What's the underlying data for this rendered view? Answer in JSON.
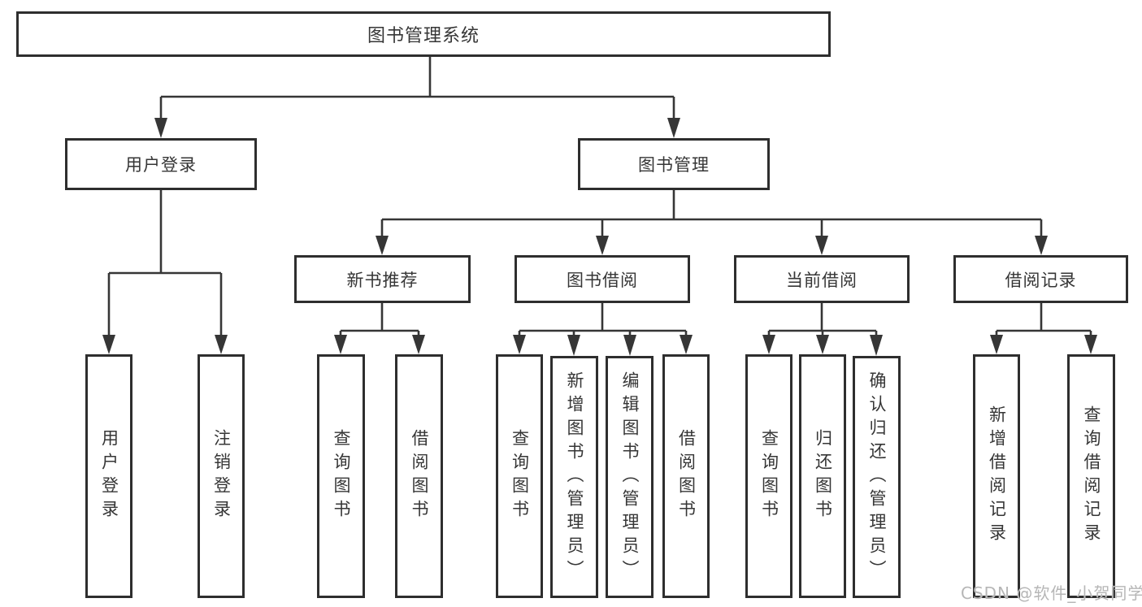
{
  "diagram": {
    "type": "hierarchy-tree",
    "root": {
      "label": "图书管理系统"
    },
    "branches": [
      {
        "label": "用户登录",
        "children": [
          {
            "label": "用户登录"
          },
          {
            "label": "注销登录"
          }
        ]
      },
      {
        "label": "图书管理",
        "children": [
          {
            "label": "新书推荐",
            "children": [
              {
                "label": "查询图书"
              },
              {
                "label": "借阅图书"
              }
            ]
          },
          {
            "label": "图书借阅",
            "children": [
              {
                "label": "查询图书"
              },
              {
                "label": "新增图书（管理员）"
              },
              {
                "label": "编辑图书（管理员）"
              },
              {
                "label": "借阅图书"
              }
            ]
          },
          {
            "label": "当前借阅",
            "children": [
              {
                "label": "查询图书"
              },
              {
                "label": "归还图书"
              },
              {
                "label": "确认归还（管理员）"
              }
            ]
          },
          {
            "label": "借阅记录",
            "children": [
              {
                "label": "新增借阅记录"
              },
              {
                "label": "查询借阅记录"
              }
            ]
          }
        ]
      }
    ],
    "colors": {
      "line": "#363636",
      "box_border": "#2e2e2e",
      "text": "#363636",
      "background": "#ffffff",
      "watermark": "#b6b6b6"
    }
  },
  "watermark": {
    "text": "CSDN @软件_小贺同学"
  }
}
